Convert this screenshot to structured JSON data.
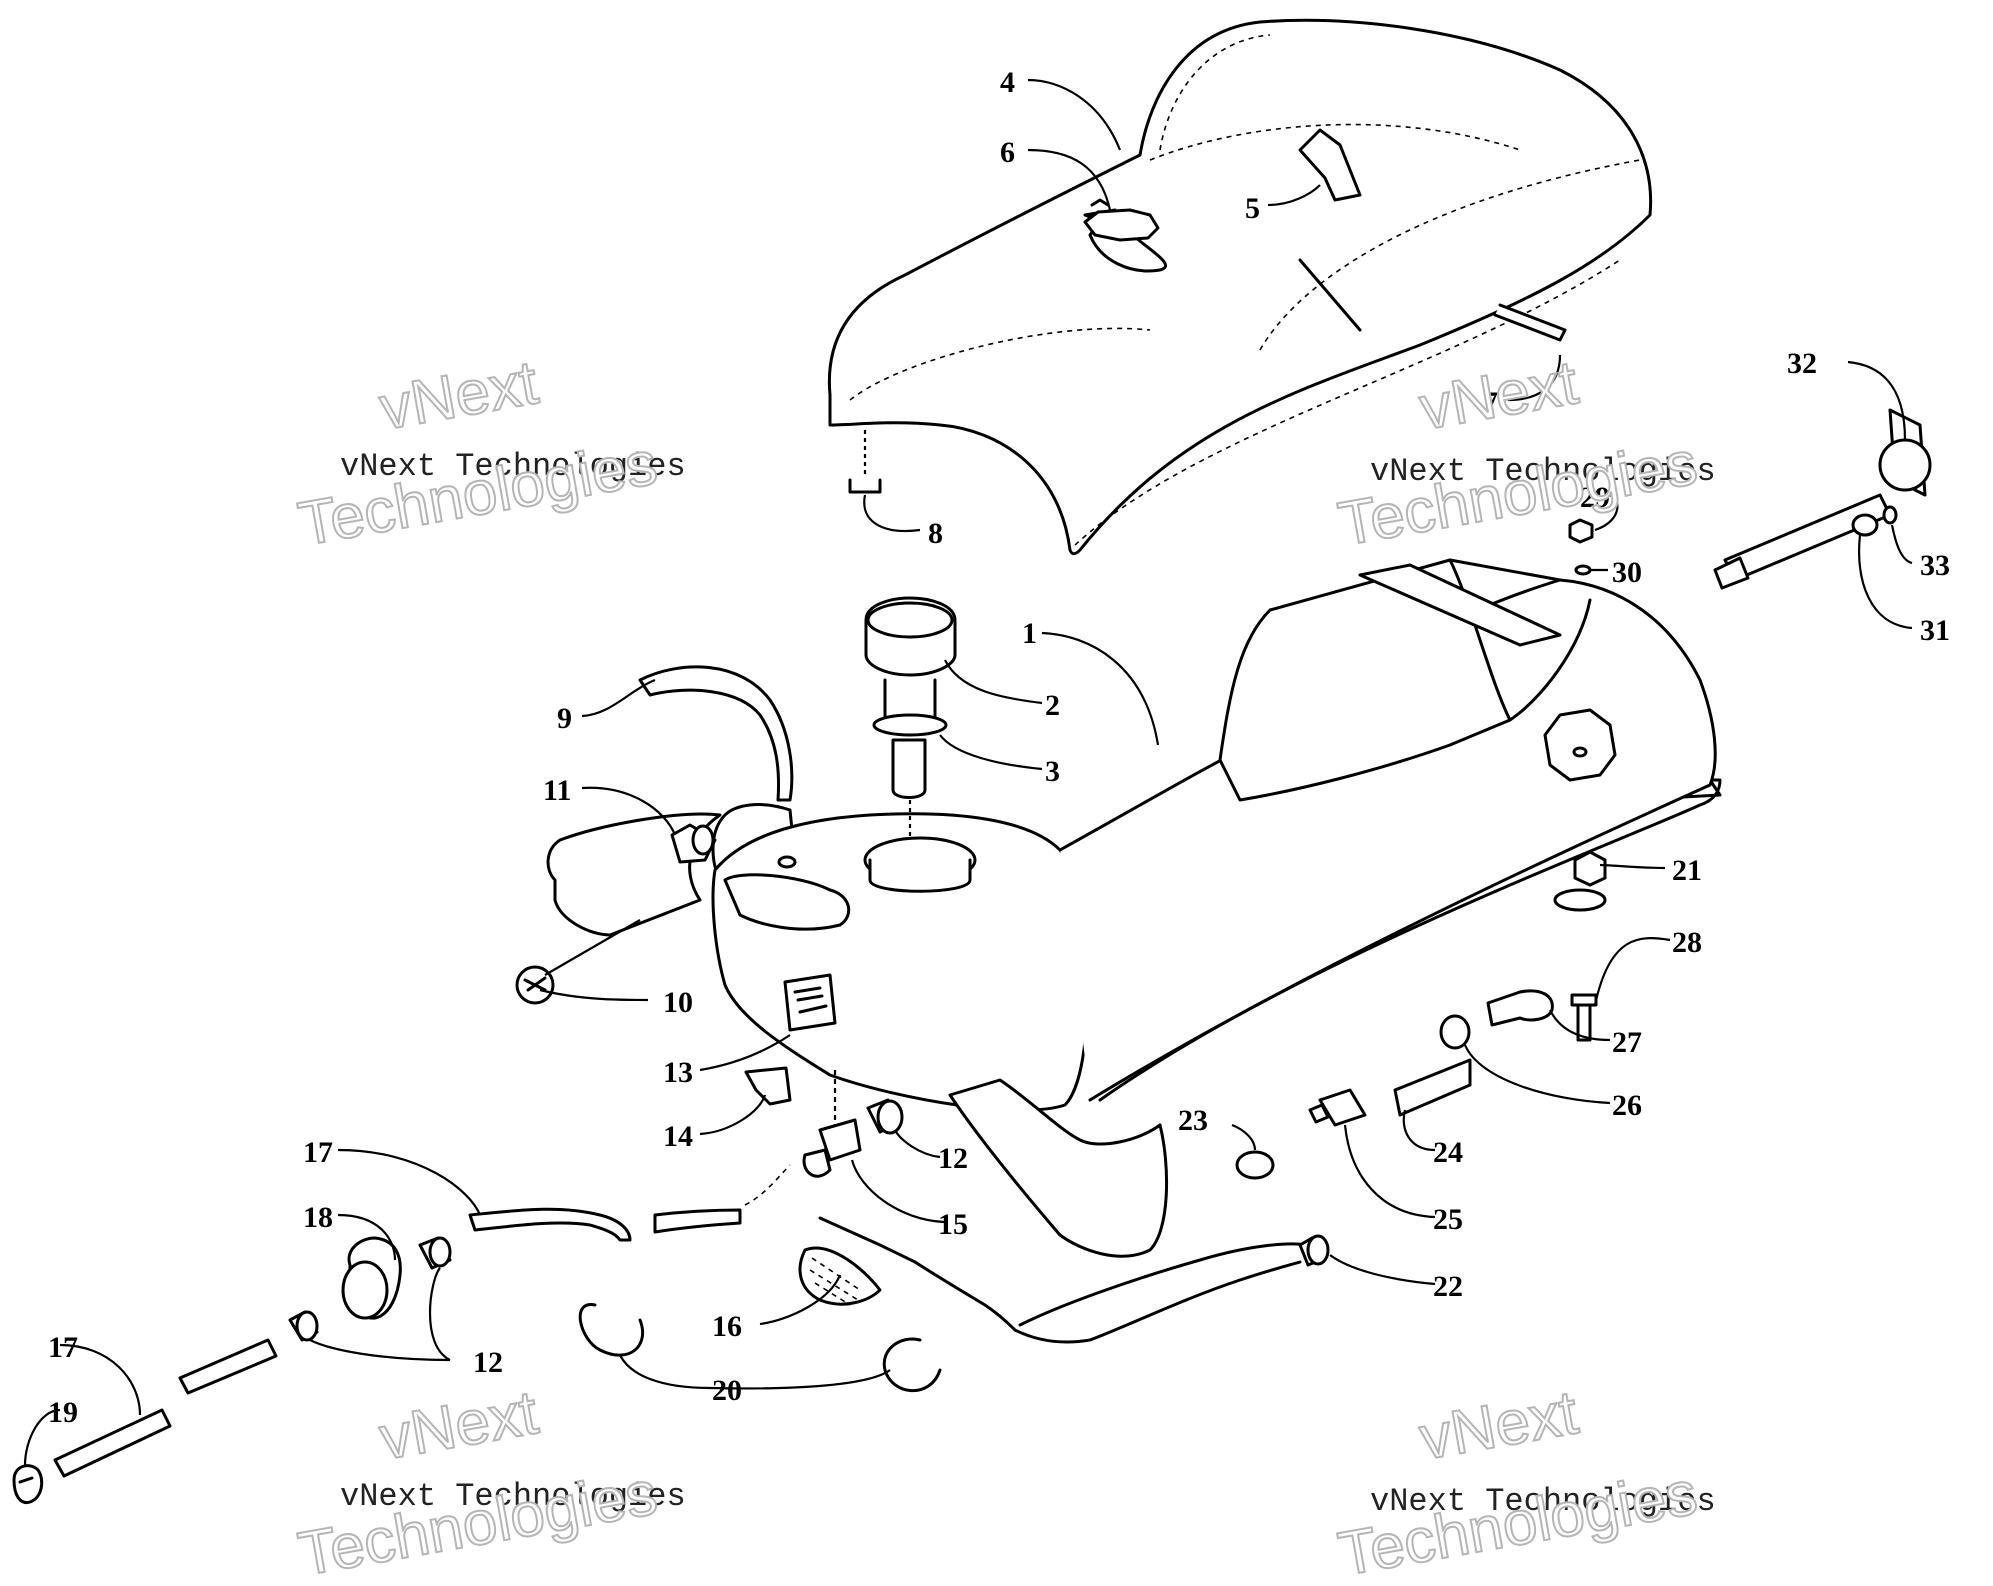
{
  "callouts": [
    "1",
    "2",
    "3",
    "4",
    "5",
    "6",
    "7",
    "8",
    "9",
    "10",
    "11",
    "12",
    "12",
    "12",
    "13",
    "14",
    "15",
    "16",
    "17",
    "17",
    "18",
    "19",
    "20",
    "21",
    "22",
    "23",
    "24",
    "25",
    "26",
    "27",
    "28",
    "29",
    "30",
    "31",
    "32",
    "33"
  ],
  "watermark": {
    "line_top": "vNext",
    "line_small": "vNext Technologies",
    "line_bottom": "Technologies"
  }
}
